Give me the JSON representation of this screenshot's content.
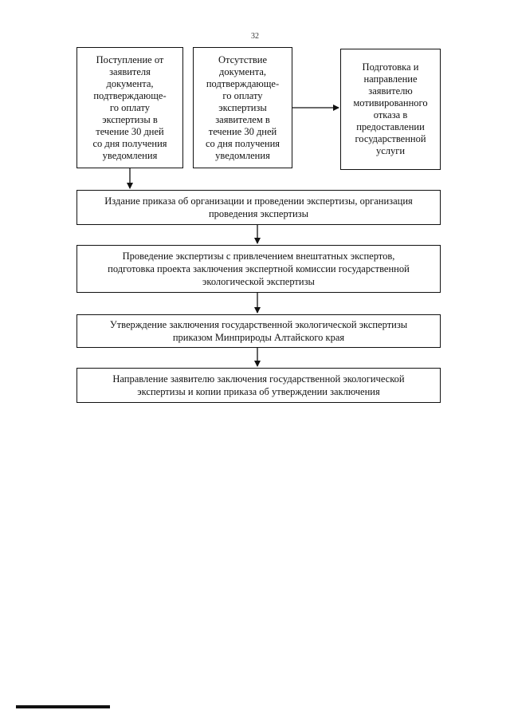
{
  "page": {
    "number": "32"
  },
  "flow": {
    "box_received": "Поступление от\nзаявителя\nдокумента,\nподтверждающе-\nго оплату\nэкспертизы в\nтечение 30 дней\nсо дня получения\nуведомления",
    "box_absent": "Отсутствие\nдокумента,\nподтверждающе-\nго оплату\nэкспертизы\nзаявителем в\nтечение 30 дней\nсо дня получения\nуведомления",
    "box_refusal": "Подготовка и\nнаправление\nзаявителю\nмотивированного\nотказа в\nпредоставлении\nгосударственной\nуслуги",
    "step_order": "Издание приказа об организации и проведении экспертизы, организация\nпроведения экспертизы",
    "step_conduct": "Проведение экспертизы с привлечением внештатных экспертов,\nподготовка проекта заключения экспертной комиссии государственной\nэкологической экспертизы",
    "step_approve": "Утверждение заключения государственной экологической экспертизы\nприказом Минприроды Алтайского края",
    "step_send": "Направление заявителю заключения государственной экологической\nэкспертизы и копии приказа об утверждении заключения"
  }
}
